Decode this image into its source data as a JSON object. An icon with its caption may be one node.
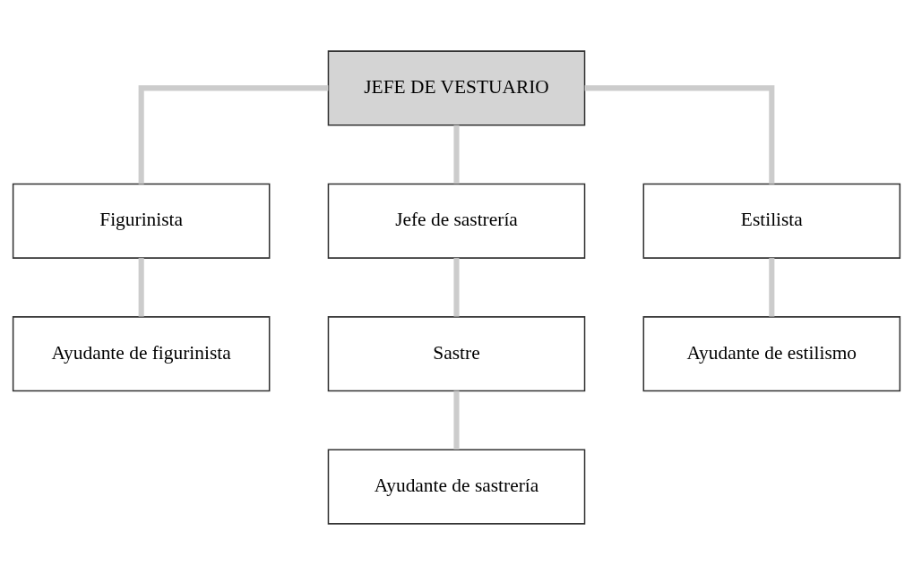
{
  "diagram": {
    "nodes": [
      {
        "text": [
          "JEFE DE VESTUARIO"
        ]
      },
      {
        "text": [
          "Figurinista"
        ]
      },
      {
        "text": [
          "Jefe de sastrería"
        ]
      },
      {
        "text": [
          "Estilista"
        ]
      },
      {
        "text": [
          "Ayudante de figurinista"
        ]
      },
      {
        "text": [
          "Sastre"
        ]
      },
      {
        "text": [
          "Ayudante de estilismo"
        ]
      },
      {
        "text": [
          "Ayudante de sastrería"
        ]
      }
    ],
    "edges": [
      {
        "from": 0,
        "to": 1,
        "arrow": "none"
      },
      {
        "from": 0,
        "to": 2,
        "arrow": "none"
      },
      {
        "from": 0,
        "to": 3,
        "arrow": "none"
      },
      {
        "from": 1,
        "to": 4,
        "arrow": "none"
      },
      {
        "from": 2,
        "to": 5,
        "arrow": "none"
      },
      {
        "from": 3,
        "to": 6,
        "arrow": "none"
      },
      {
        "from": 5,
        "to": 7,
        "arrow": "none"
      }
    ]
  }
}
